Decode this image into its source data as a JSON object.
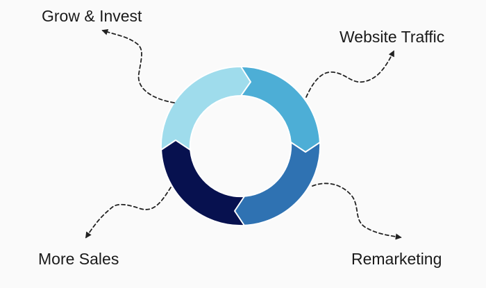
{
  "diagram": {
    "type": "cycle",
    "stages": [
      {
        "label": "Website Traffic",
        "color": "#4daed6"
      },
      {
        "label": "Remarketing",
        "color": "#2f72b2"
      },
      {
        "label": "More Sales",
        "color": "#07114f"
      },
      {
        "label": "Grow & Invest",
        "color": "#9fdcec"
      }
    ],
    "connector_style": "dashed-curved-arrow",
    "connector_color": "#222222",
    "background": "#fafafa"
  }
}
